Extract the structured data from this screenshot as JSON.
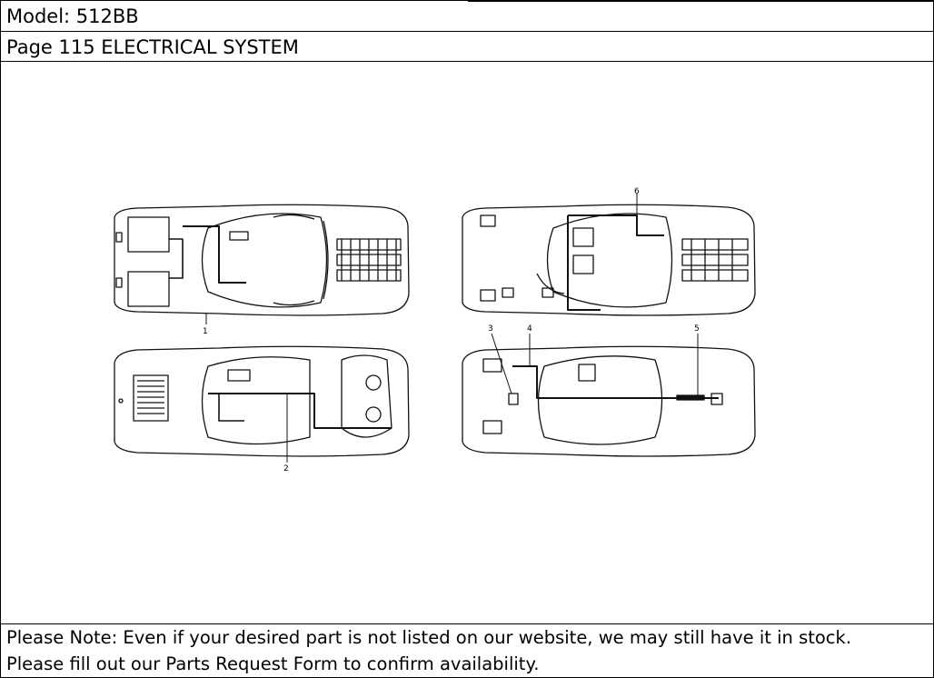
{
  "header": {
    "model": "Model: 512BB",
    "page": "Page 115  ELECTRICAL SYSTEM"
  },
  "diagram": {
    "callouts": [
      "1",
      "2",
      "3",
      "4",
      "5",
      "6"
    ]
  },
  "note": {
    "line1": "Please Note: Even if your desired part is not listed on our website, we may still have it in stock.",
    "line2": "Please fill out our Parts Request Form to confirm availability."
  }
}
